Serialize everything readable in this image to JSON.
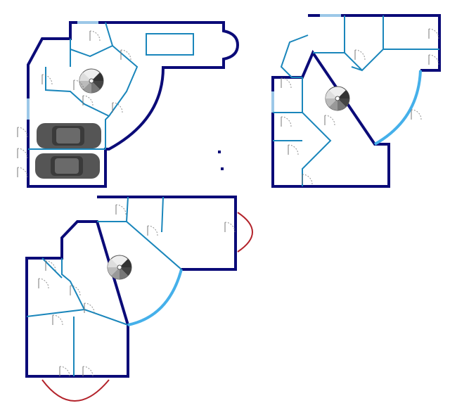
{
  "diagram": {
    "type": "floor-plan",
    "levels": 3,
    "colors": {
      "outer_wall": "#0b0b78",
      "inner_wall": "#1a86bb",
      "glass_wall": "#45b0ea",
      "window": "#9cc8e8",
      "exterior_path": "#b3232b",
      "car": "#5a5a5a"
    },
    "icons": [
      "spiral-staircase-icon",
      "car-icon",
      "door-swing-icon"
    ],
    "car_count": 2
  }
}
